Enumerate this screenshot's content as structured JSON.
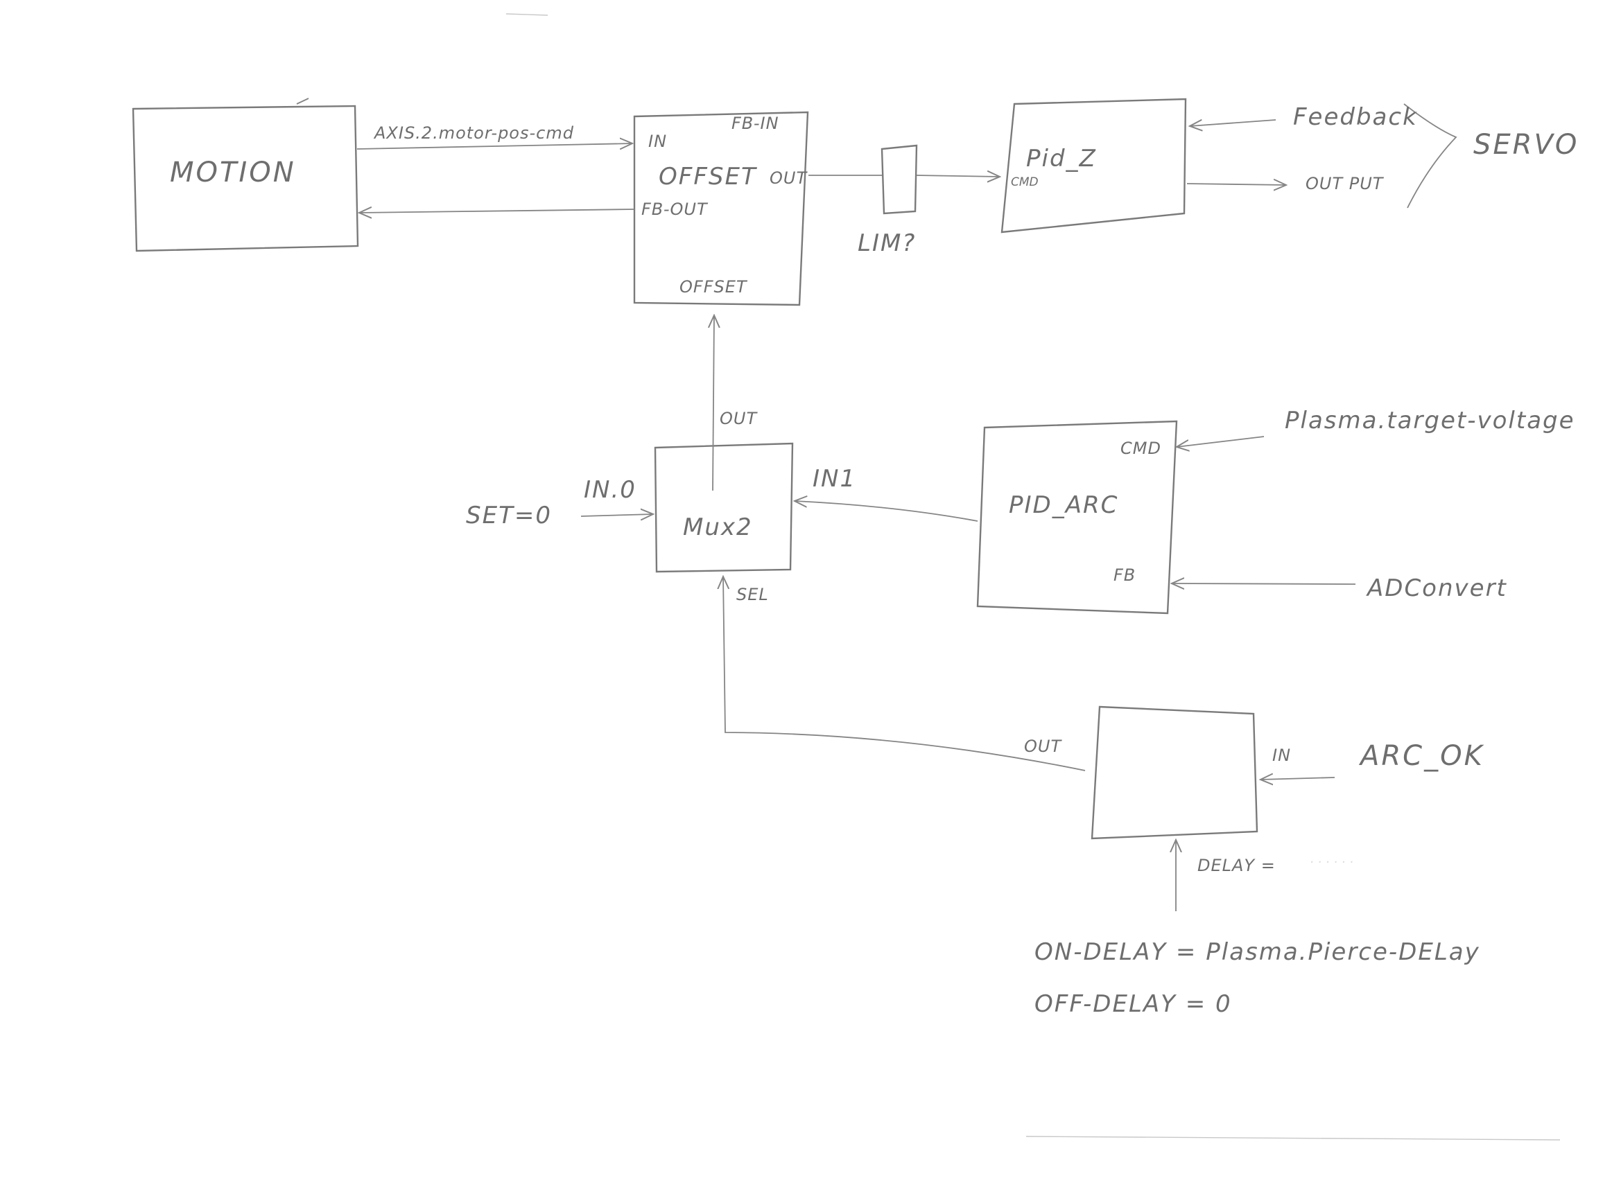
{
  "blocks": {
    "motion": "MOTION",
    "offset": {
      "in": "IN",
      "fb_in": "FB-IN",
      "name": "OFFSET",
      "out": "OUT",
      "fb_out": "FB-OUT",
      "bottom": "OFFSET"
    },
    "lim": "LIM?",
    "pid_z": {
      "name": "Pid_Z",
      "cmd": "CMD"
    },
    "mux2": {
      "name": "Mux2",
      "out": "OUT",
      "in0": "IN.0",
      "in1": "IN1",
      "sel": "SEL"
    },
    "pid_arc": {
      "name": "PID_ARC",
      "cmd": "CMD",
      "fb": "FB"
    },
    "delay_block": {
      "out": "OUT",
      "in": "IN",
      "delay": "DELAY ="
    }
  },
  "signals": {
    "axis_cmd": "AXIS.2.motor-pos-cmd",
    "feedback": "Feedback",
    "output": "OUT PUT",
    "servo": "SERVO",
    "set0": "SET=0",
    "target_voltage": "Plasma.target-voltage",
    "adconvert": "ADConvert",
    "arc_ok": "ARC_OK",
    "on_delay": "ON-DELAY = Plasma.Pierce-DELay",
    "off_delay": "OFF-DELAY = 0"
  }
}
